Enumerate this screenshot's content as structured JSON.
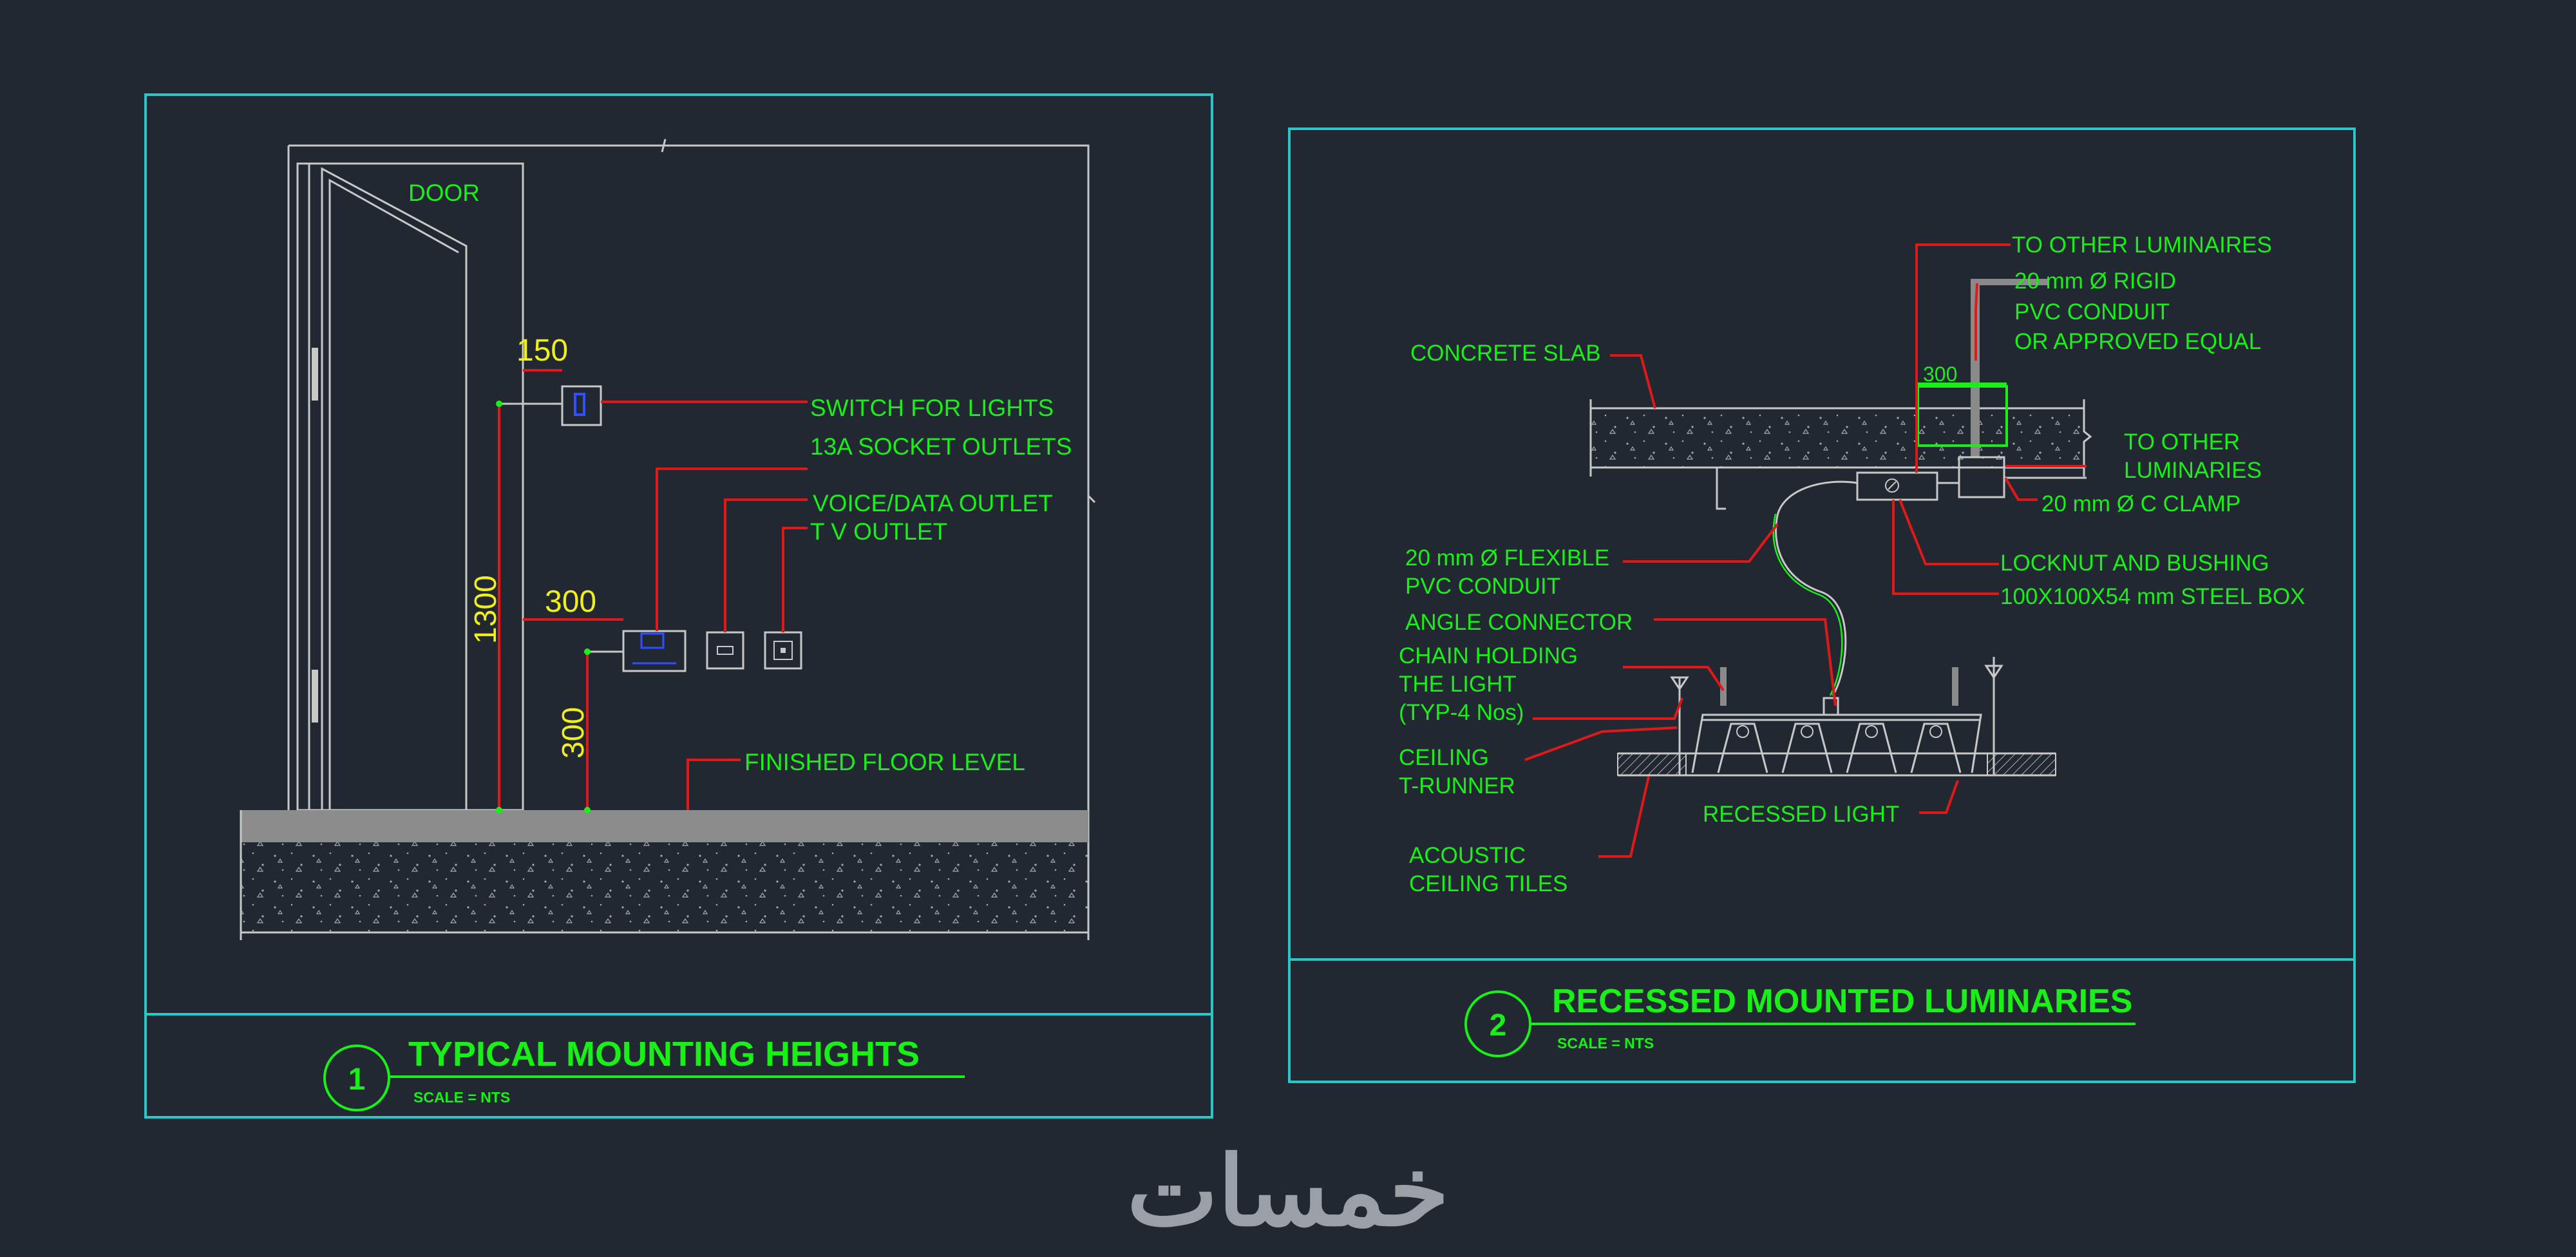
{
  "panel1": {
    "number": "1",
    "title": "TYPICAL MOUNTING HEIGHTS",
    "scale": "SCALE  =  NTS",
    "labels": {
      "door": "DOOR",
      "switch": "SWITCH FOR LIGHTS",
      "socket": "13A SOCKET OUTLETS",
      "voice": "VOICE/DATA OUTLET",
      "tv": "T V OUTLET",
      "ffl": "FINISHED FLOOR LEVEL"
    },
    "dims": {
      "d150": "150",
      "d300a": "300",
      "d1300": "1300",
      "d300b": "300"
    }
  },
  "panel2": {
    "number": "2",
    "title": "RECESSED MOUNTED LUMINARIES",
    "scale": "SCALE  =  NTS",
    "labels": {
      "other1": "TO OTHER LUMINAIRES",
      "rigid1": "20 mm Ø RIGID",
      "rigid2": "PVC CONDUIT",
      "rigid3": "OR APPROVED EQUAL",
      "slab": "CONCRETE SLAB",
      "other2a": "TO OTHER",
      "other2b": "LUMINARIES",
      "clamp": "20 mm Ø C CLAMP",
      "flex1": "20 mm Ø FLEXIBLE",
      "flex2": "PVC CONDUIT",
      "locknut": "LOCKNUT AND BUSHING",
      "box": "100X100X54 mm STEEL BOX",
      "angle": "ANGLE CONNECTOR",
      "chain1": "CHAIN HOLDING",
      "chain2": "THE LIGHT",
      "chain3": "(TYP-4 Nos)",
      "ceiling1": "CEILING",
      "ceiling2": "T-RUNNER",
      "recessed": "RECESSED LIGHT",
      "acoustic1": "ACOUSTIC",
      "acoustic2": "CEILING TILES"
    },
    "dims": {
      "d300": "300"
    }
  },
  "watermark": "خمسات",
  "colors": {
    "background": "#222831",
    "frame": "#29c8c8",
    "label": "#18f018",
    "dimension": "#f0f018",
    "leader": "#e01818",
    "linework": "#c8c8c8"
  }
}
